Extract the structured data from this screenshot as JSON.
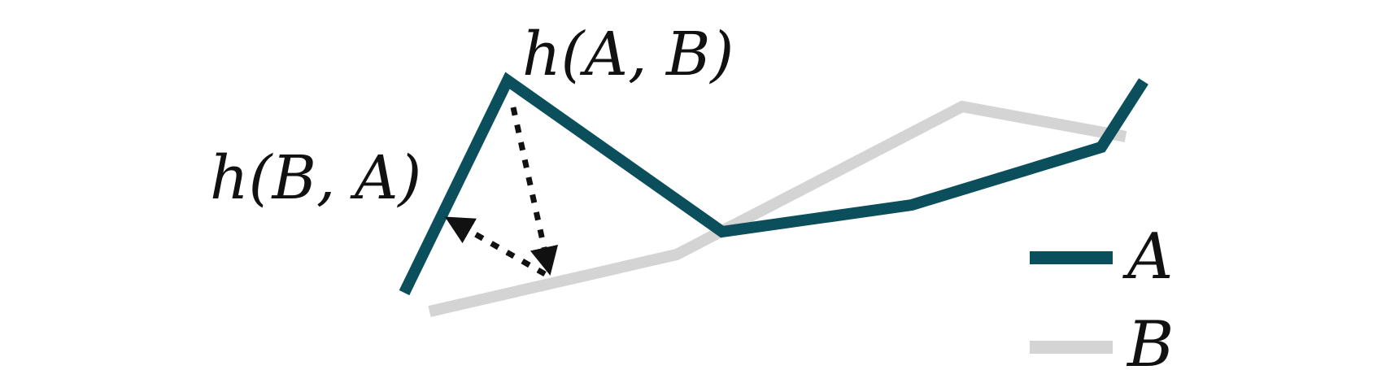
{
  "labels": {
    "h_ab": "h(A, B)",
    "h_ba": "h(B, A)"
  },
  "legend": {
    "items": [
      {
        "label": "A",
        "color": "#0b4f5c"
      },
      {
        "label": "B",
        "color": "#d4d4d4"
      }
    ]
  },
  "colors": {
    "curve_a": "#0b4f5c",
    "curve_b": "#d4d4d4",
    "arrows": "#111111"
  }
}
